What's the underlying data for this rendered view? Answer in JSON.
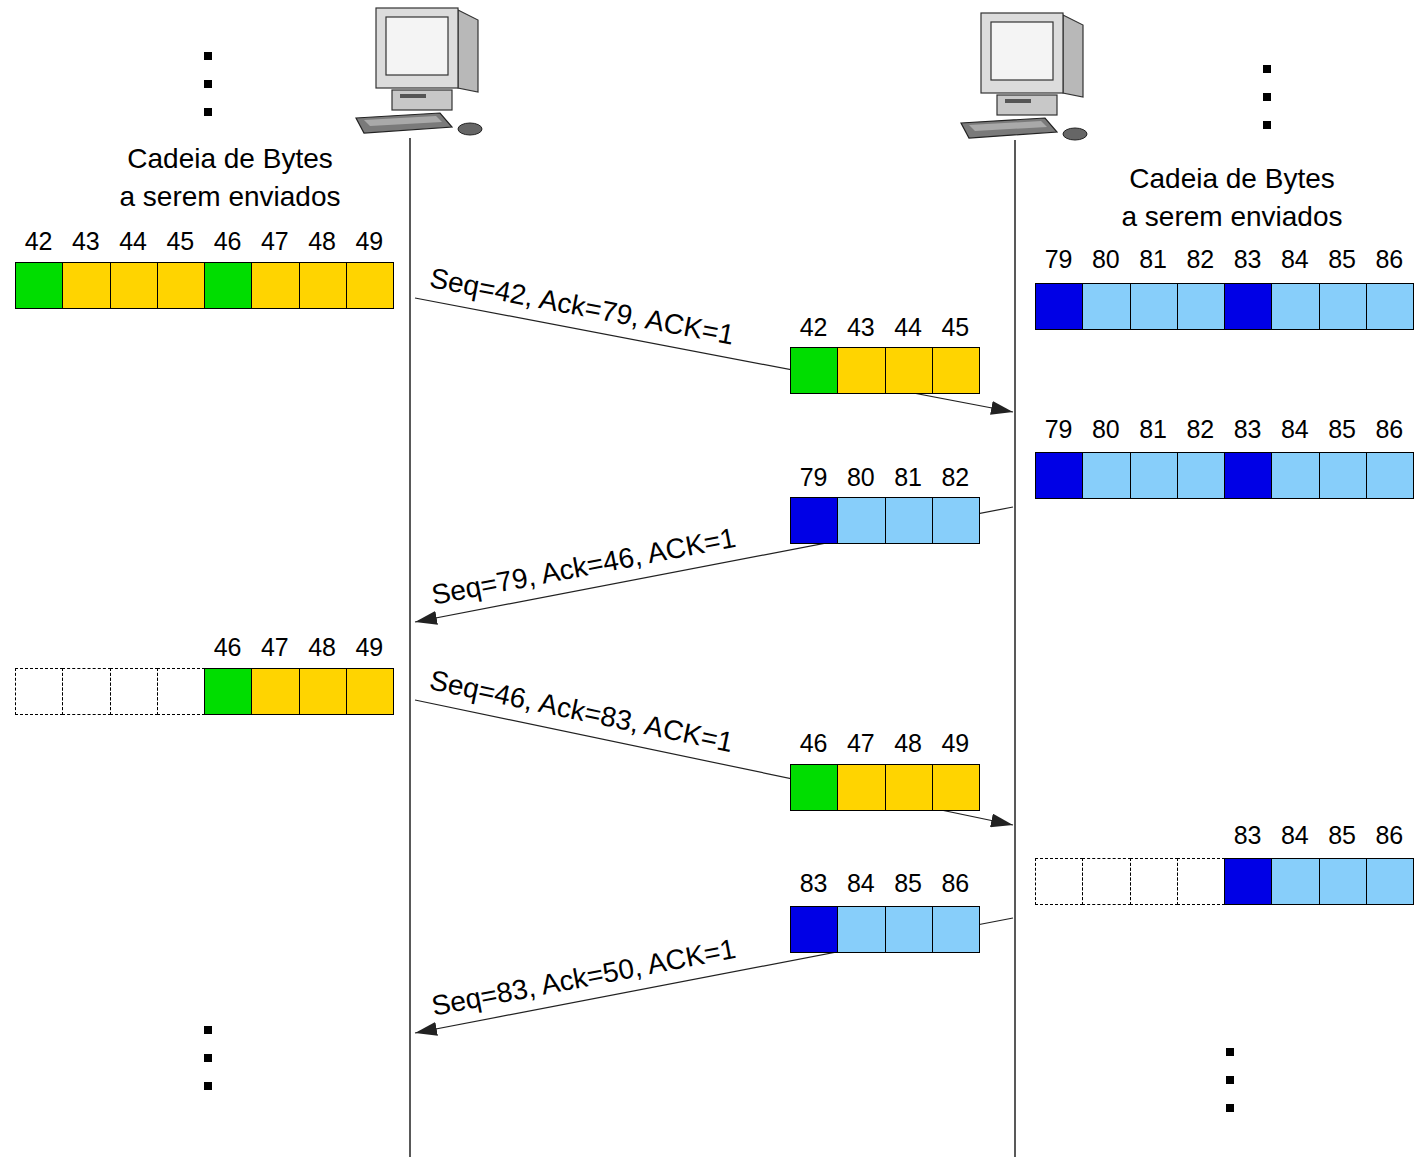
{
  "diagram": {
    "labels": [
      "Cadeia de Bytes a serem enviados",
      "Cadeia de Bytes a serem enviados",
      "42",
      "43",
      "44",
      "45",
      "46",
      "47",
      "48",
      "49",
      "Seq=42, Ack=79, ACK=1",
      "42",
      "43",
      "44",
      "45",
      "79",
      "80",
      "81",
      "82",
      "83",
      "84",
      "85",
      "86",
      "79",
      "80",
      "81",
      "82",
      "83",
      "84",
      "85",
      "86",
      "79",
      "80",
      "81",
      "82",
      "Seq=79, Ack=46, ACK=1",
      "46",
      "47",
      "48",
      "49",
      "Seq=46, Ack=83, ACK=1",
      "46",
      "47",
      "48",
      "49",
      "83",
      "84",
      "85",
      "86",
      "83",
      "84",
      "85",
      "86",
      "Seq=83, Ack=50, ACK=1"
    ]
  }
}
